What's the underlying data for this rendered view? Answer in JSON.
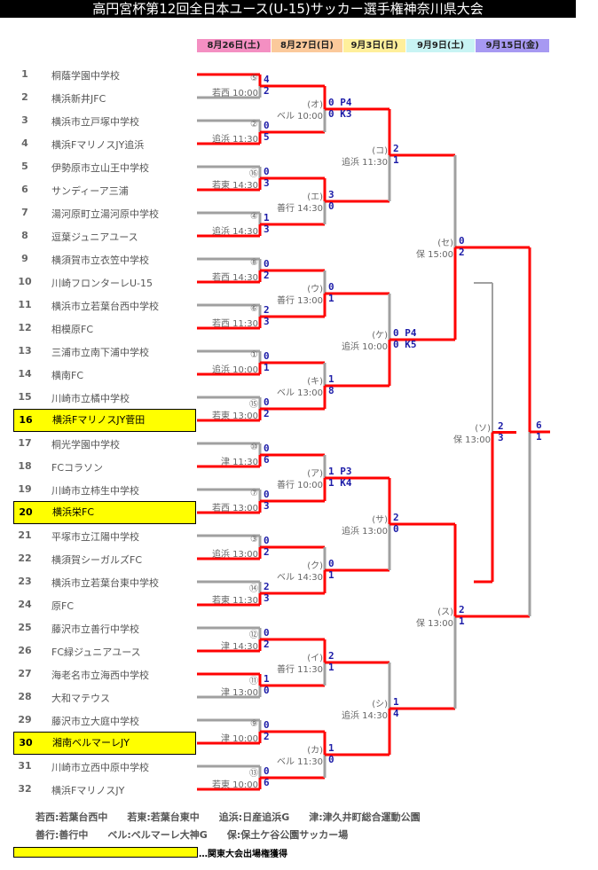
{
  "title": "高円宮杯第12回全日本ユース(U-15)サッカー選手権神奈川県大会",
  "dates": [
    {
      "label": "8月26日(土)",
      "color": "#f48fc2"
    },
    {
      "label": "8月27日(日)",
      "color": "#fbc99b"
    },
    {
      "label": "9月3日(日)",
      "color": "#ffef9b"
    },
    {
      "label": "9月9日(土)",
      "color": "#c8f4f4"
    },
    {
      "label": "9月15日(金)",
      "color": "#a799f2"
    }
  ],
  "teams": [
    "桐蔭学園中学校",
    "横浜新井JFC",
    "横浜市立戸塚中学校",
    "横浜FマリノスJY追浜",
    "伊勢原市立山王中学校",
    "サンディーア三浦",
    "湯河原町立湯河原中学校",
    "逗葉ジュニアユース",
    "横須賀市立衣笠中学校",
    "川崎フロンターレU-15",
    "横浜市立若葉台西中学校",
    "相模原FC",
    "三浦市立南下浦中学校",
    "横南FC",
    "川崎市立橘中学校",
    "横浜FマリノスJY菅田",
    "桐光学園中学校",
    "FCコラソン",
    "川崎市立柿生中学校",
    "横浜栄FC",
    "平塚市立江陽中学校",
    "横須賀シーガルズFC",
    "横浜市立若葉台東中学校",
    "原FC",
    "藤沢市立善行中学校",
    "FC緑ジュニアユース",
    "海老名市立海西中学校",
    "大和マテウス",
    "藤沢市立大庭中学校",
    "湘南ベルマーレJY",
    "川崎市立西中原中学校",
    "横浜FマリノスJY"
  ],
  "qualified": [
    16,
    20,
    30
  ],
  "round1": [
    {
      "mark": "⑤",
      "venue": "若西 10:00",
      "scores": [
        "4",
        "2"
      ],
      "winner": 0
    },
    {
      "mark": "②",
      "venue": "追浜 11:30",
      "scores": [
        "0",
        "5"
      ],
      "winner": 1
    },
    {
      "mark": "⑯",
      "venue": "若東 14:30",
      "scores": [
        "0",
        "3"
      ],
      "winner": 1
    },
    {
      "mark": "④",
      "venue": "追浜 14:30",
      "scores": [
        "1",
        "3"
      ],
      "winner": 1
    },
    {
      "mark": "⑧",
      "venue": "若西 14:30",
      "scores": [
        "0",
        "2"
      ],
      "winner": 1
    },
    {
      "mark": "⑥",
      "venue": "若西 11:30",
      "scores": [
        "2",
        "3"
      ],
      "winner": 1
    },
    {
      "mark": "①",
      "venue": "追浜 10:00",
      "scores": [
        "0",
        "1"
      ],
      "winner": 1
    },
    {
      "mark": "⑮",
      "venue": "若東 13:00",
      "scores": [
        "0",
        "2"
      ],
      "winner": 1
    },
    {
      "mark": "⑩",
      "venue": "津 11:30",
      "scores": [
        "0",
        "6"
      ],
      "winner": 1
    },
    {
      "mark": "⑦",
      "venue": "若西 13:00",
      "scores": [
        "0",
        "3"
      ],
      "winner": 1
    },
    {
      "mark": "③",
      "venue": "追浜 13:00",
      "scores": [
        "0",
        "2"
      ],
      "winner": 1
    },
    {
      "mark": "⑭",
      "venue": "若東 11:30",
      "scores": [
        "2",
        "3"
      ],
      "winner": 1
    },
    {
      "mark": "⑫",
      "venue": "津 14:30",
      "scores": [
        "0",
        "2"
      ],
      "winner": 1
    },
    {
      "mark": "⑪",
      "venue": "津 13:00",
      "scores": [
        "1",
        "0"
      ],
      "winner": 0
    },
    {
      "mark": "⑨",
      "venue": "津 10:00",
      "scores": [
        "0",
        "2"
      ],
      "winner": 1
    },
    {
      "mark": "⑬",
      "venue": "若東 10:00",
      "scores": [
        "0",
        "6"
      ],
      "winner": 1
    }
  ],
  "round2": [
    {
      "mark": "(オ)",
      "venue": "ベル 10:00",
      "scores": [
        "0 P4",
        "0 K3"
      ],
      "winner": 0
    },
    {
      "mark": "(エ)",
      "venue": "善行 14:30",
      "scores": [
        "3",
        "0"
      ],
      "winner": 0
    },
    {
      "mark": "(ウ)",
      "venue": "善行 13:00",
      "scores": [
        "0",
        "1"
      ],
      "winner": 1
    },
    {
      "mark": "(キ)",
      "venue": "ベル 13:00",
      "scores": [
        "1",
        "8"
      ],
      "winner": 1
    },
    {
      "mark": "(ア)",
      "venue": "善行 10:00",
      "scores": [
        "1 P3",
        "1 K4"
      ],
      "winner": 1
    },
    {
      "mark": "(ク)",
      "venue": "ベル 14:30",
      "scores": [
        "0",
        "1"
      ],
      "winner": 1
    },
    {
      "mark": "(イ)",
      "venue": "善行 11:30",
      "scores": [
        "2",
        "1"
      ],
      "winner": 0
    },
    {
      "mark": "(カ)",
      "venue": "ベル 11:30",
      "scores": [
        "1",
        "0"
      ],
      "winner": 0
    }
  ],
  "round3": [
    {
      "mark": "(コ)",
      "venue": "追浜 11:30",
      "scores": [
        "2",
        "1"
      ],
      "winner": 0
    },
    {
      "mark": "(ケ)",
      "venue": "追浜 10:00",
      "scores": [
        "0 P4",
        "0 K5"
      ],
      "winner": 1
    },
    {
      "mark": "(サ)",
      "venue": "追浜 13:00",
      "scores": [
        "2",
        "0"
      ],
      "winner": 0
    },
    {
      "mark": "(シ)",
      "venue": "追浜 14:30",
      "scores": [
        "1",
        "4"
      ],
      "winner": 1
    }
  ],
  "round4": [
    {
      "mark": "(セ)",
      "venue": "保 15:00",
      "scores": [
        "0",
        "2"
      ],
      "winner": 1
    },
    {
      "mark": "(ス)",
      "venue": "保 13:00",
      "scores": [
        "2",
        "1"
      ],
      "winner": 0
    }
  ],
  "third_place": {
    "mark": "(ソ)",
    "venue": "保 13:00",
    "scores": [
      "2",
      "3"
    ]
  },
  "final": {
    "scores": [
      "6",
      "1"
    ]
  },
  "legend": {
    "line1": "若西:若葉台西中　　若東:若葉台東中　　追浜:日産追浜G　　津:津久井町総合運動公園",
    "line2": "善行:善行中　　ベル:ベルマーレ大神G　　保:保土ケ谷公園サッカー場",
    "qualified_note": "…関東大会出場権獲得"
  },
  "colors": {
    "win": "#ff0000",
    "lose": "#a0a0a0",
    "score": "#1c1ca8",
    "highlight": "#ffff00"
  }
}
